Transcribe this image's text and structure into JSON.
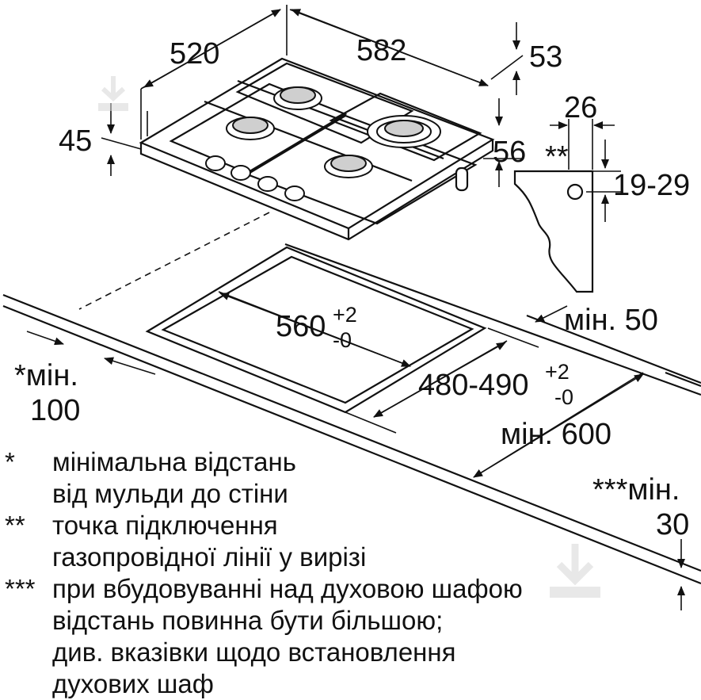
{
  "dimensions": {
    "depth": "520",
    "width": "582",
    "top_offset": "53",
    "height_total": "45",
    "height_side": "56",
    "connector_offset": "26",
    "connector_mark": "**",
    "connector_height": "19-29",
    "cutout_width": "560",
    "cutout_width_tol_plus": "+2",
    "cutout_width_tol_minus": "-0",
    "cutout_depth": "480-490",
    "cutout_depth_tol_plus": "+2",
    "cutout_depth_tol_minus": "-0",
    "min_back": "мін. 50",
    "min_wall_line1": "*мін.",
    "min_wall_line2": "100",
    "min_worktop": "мін. 600",
    "min_oven_line1": "***мін.",
    "min_oven_line2": "30"
  },
  "notes": [
    {
      "mark": "*",
      "lines": [
        "мінімальна відстань",
        "від мульди до стіни"
      ]
    },
    {
      "mark": "**",
      "lines": [
        "точка підключення",
        "газопровідної лінії у вирізі"
      ]
    },
    {
      "mark": "***",
      "lines": [
        "при вбудовуванні над духовою шафою",
        "відстань повинна бути більшою;",
        "див. вказівки щодо встановлення",
        "духових шаф"
      ]
    }
  ],
  "colors": {
    "line": "#111111",
    "watermark": "#d6d6d6"
  }
}
